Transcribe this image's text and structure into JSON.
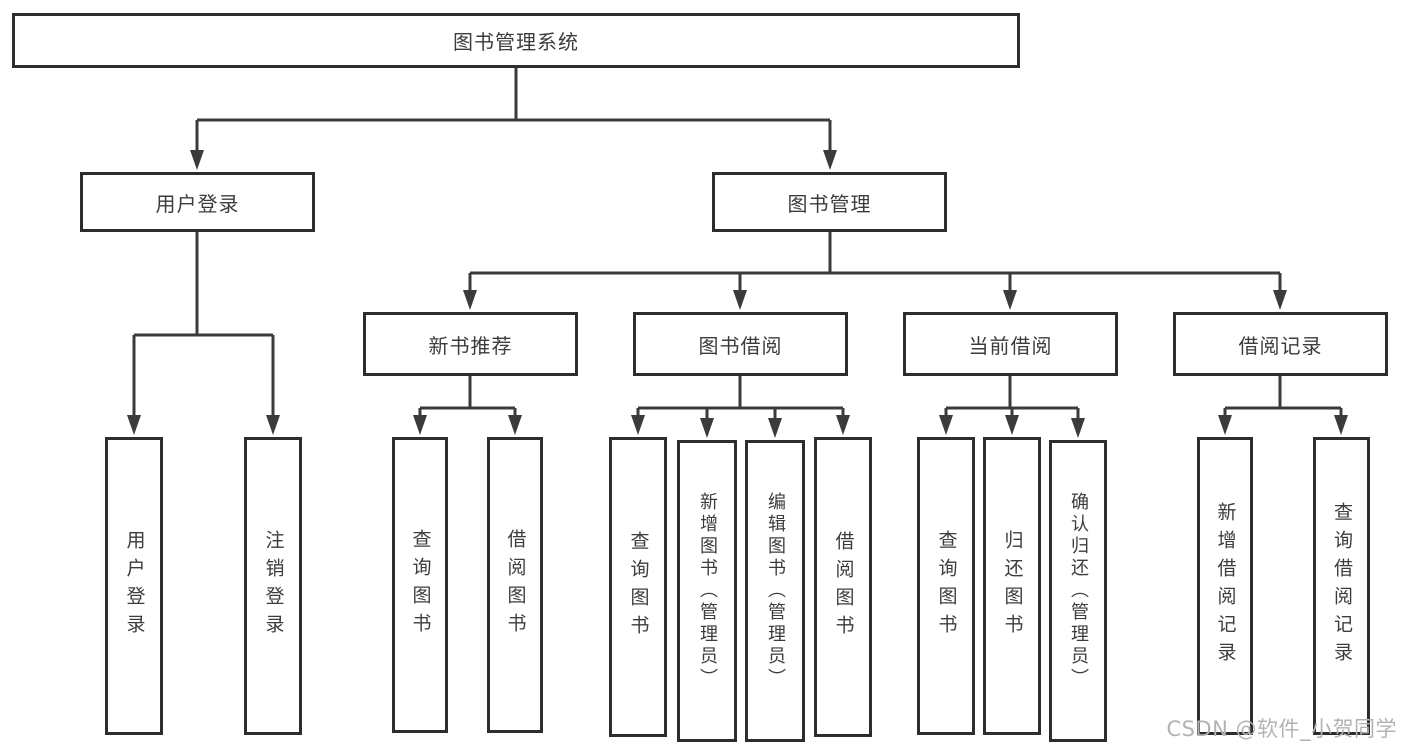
{
  "diagram_type": "functional-structure-chart",
  "colors": {
    "background": "#ffffff",
    "line": "#3b3b3b",
    "box_border": "#2d2d2d",
    "text": "#3c3c3c",
    "watermark": "#b3b3b3"
  },
  "tree": {
    "label": "图书管理系统",
    "children": [
      {
        "label": "用户登录",
        "children": [
          {
            "label": "用户登录"
          },
          {
            "label": "注销登录"
          }
        ]
      },
      {
        "label": "图书管理",
        "children": [
          {
            "label": "新书推荐",
            "children": [
              {
                "label": "查询图书"
              },
              {
                "label": "借阅图书"
              }
            ]
          },
          {
            "label": "图书借阅",
            "children": [
              {
                "label": "查询图书"
              },
              {
                "label": "新增图书（管理员）"
              },
              {
                "label": "编辑图书（管理员）"
              },
              {
                "label": "借阅图书"
              }
            ]
          },
          {
            "label": "当前借阅",
            "children": [
              {
                "label": "查询图书"
              },
              {
                "label": "归还图书"
              },
              {
                "label": "确认归还（管理员）"
              }
            ]
          },
          {
            "label": "借阅记录",
            "children": [
              {
                "label": "新增借阅记录"
              },
              {
                "label": "查询借阅记录"
              }
            ]
          }
        ]
      }
    ]
  },
  "watermark": {
    "text": "CSDN @软件_小贺同学"
  }
}
